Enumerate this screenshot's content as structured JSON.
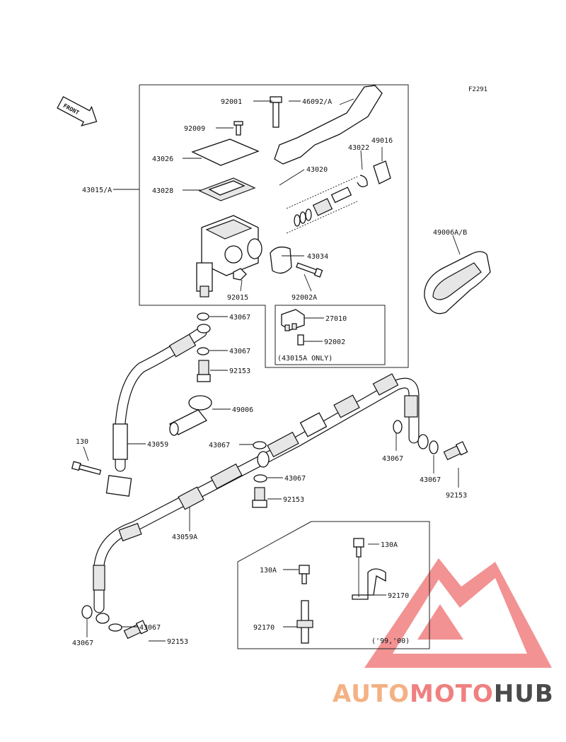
{
  "figure_code": "F2291",
  "front_label": "FRONT",
  "scope_note": "(43015A ONLY)",
  "year_note": "('99,'00)",
  "watermark": {
    "part1": "AUTO",
    "part2": "MOTO",
    "part3": "HUB",
    "color1": "#f4b183",
    "color2": "#f08080",
    "color3": "#4a4a4a"
  },
  "labels": {
    "p92001": "92001",
    "p46092a": "46092/A",
    "p92009": "92009",
    "p43026": "43026",
    "p43022": "43022",
    "p49016": "49016",
    "p43020": "43020",
    "p43015a": "43015/A",
    "p43028": "43028",
    "p49006ab": "49006A/B",
    "p43034": "43034",
    "p92015": "92015",
    "p92002a": "92002A",
    "p43067_1": "43067",
    "p27010": "27010",
    "p92002": "92002",
    "p43067_2": "43067",
    "p92153_1": "92153",
    "p49006": "49006",
    "p130": "130",
    "p43059": "43059",
    "p43067_3": "43067",
    "p43067_4": "43067",
    "p43067_5": "43067",
    "p92153_2": "92153",
    "p92153_3": "92153",
    "p43059a": "43059A",
    "p130a_1": "130A",
    "p130a_2": "130A",
    "p92170_1": "92170",
    "p92170_2": "92170",
    "p43067_6": "43067",
    "p43067_7": "43067",
    "p92153_4": "92153"
  }
}
